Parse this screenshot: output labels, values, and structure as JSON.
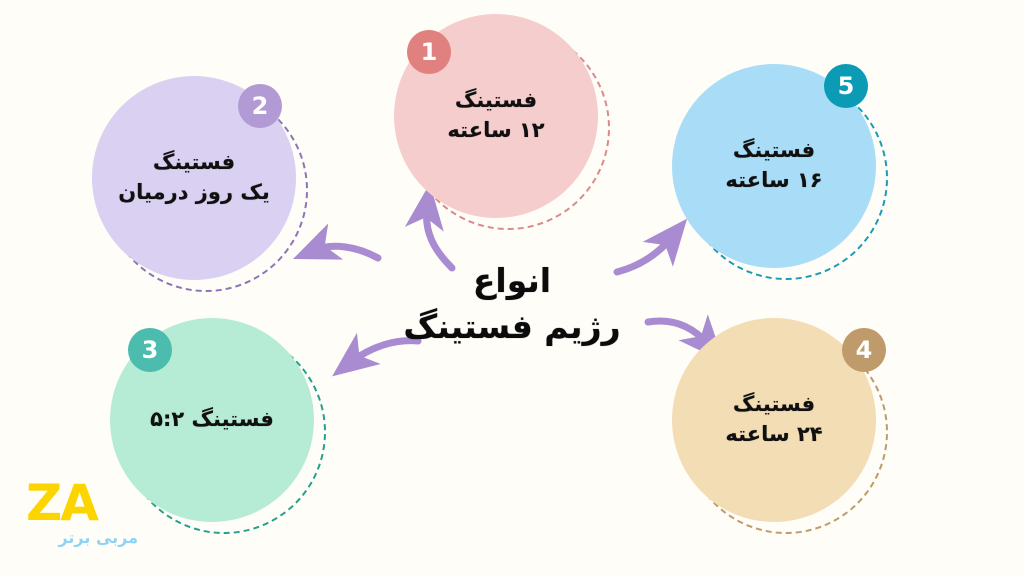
{
  "page": {
    "background_color": "#fffdf7",
    "title_center_line1": "انواع",
    "title_center_line2": "رژیم فستینگ",
    "language": "fa",
    "direction": "rtl"
  },
  "nodes": [
    {
      "number": "1",
      "label_line1": "فستینگ",
      "label_line2": "۱۲ ساعته",
      "fill_color": "#f5cdcd",
      "ring_color": "#d98a8a",
      "badge_color": "#e0807f",
      "badge_text_color": "#ffffff",
      "position": "top-center"
    },
    {
      "number": "2",
      "label_line1": "فستینگ",
      "label_line2": "یک روز درمیان",
      "fill_color": "#d9d0f2",
      "ring_color": "#8e73b8",
      "badge_color": "#b29bd4",
      "badge_text_color": "#ffffff",
      "position": "left-upper"
    },
    {
      "number": "3",
      "label_line1": "فستینگ ۵:۲",
      "label_line2": "",
      "fill_color": "#b6ecd6",
      "ring_color": "#23a18c",
      "badge_color": "#4cbcae",
      "badge_text_color": "#ffffff",
      "position": "left-lower"
    },
    {
      "number": "4",
      "label_line1": "فستینگ",
      "label_line2": "۲۴ ساعته",
      "fill_color": "#f3ddb5",
      "ring_color": "#bf9a6a",
      "badge_color": "#bf9a6a",
      "badge_text_color": "#ffffff",
      "position": "right-lower"
    },
    {
      "number": "5",
      "label_line1": "فستینگ",
      "label_line2": "۱۶ ساعته",
      "fill_color": "#a9ddf7",
      "ring_color": "#1a9cb8",
      "badge_color": "#0c9bb5",
      "badge_text_color": "#ffffff",
      "position": "right-upper"
    }
  ],
  "arrows": {
    "color": "#a98bd1",
    "count": 4,
    "directions": [
      "center-to-top",
      "top-to-left-upper",
      "left-lower-to-left",
      "center-to-right-upper",
      "center-to-right-lower"
    ]
  },
  "logo": {
    "mark": "ZA",
    "mark_color": "#fcd400",
    "subtitle": "مربی برتر",
    "subtitle_color": "#8ed3f4"
  }
}
